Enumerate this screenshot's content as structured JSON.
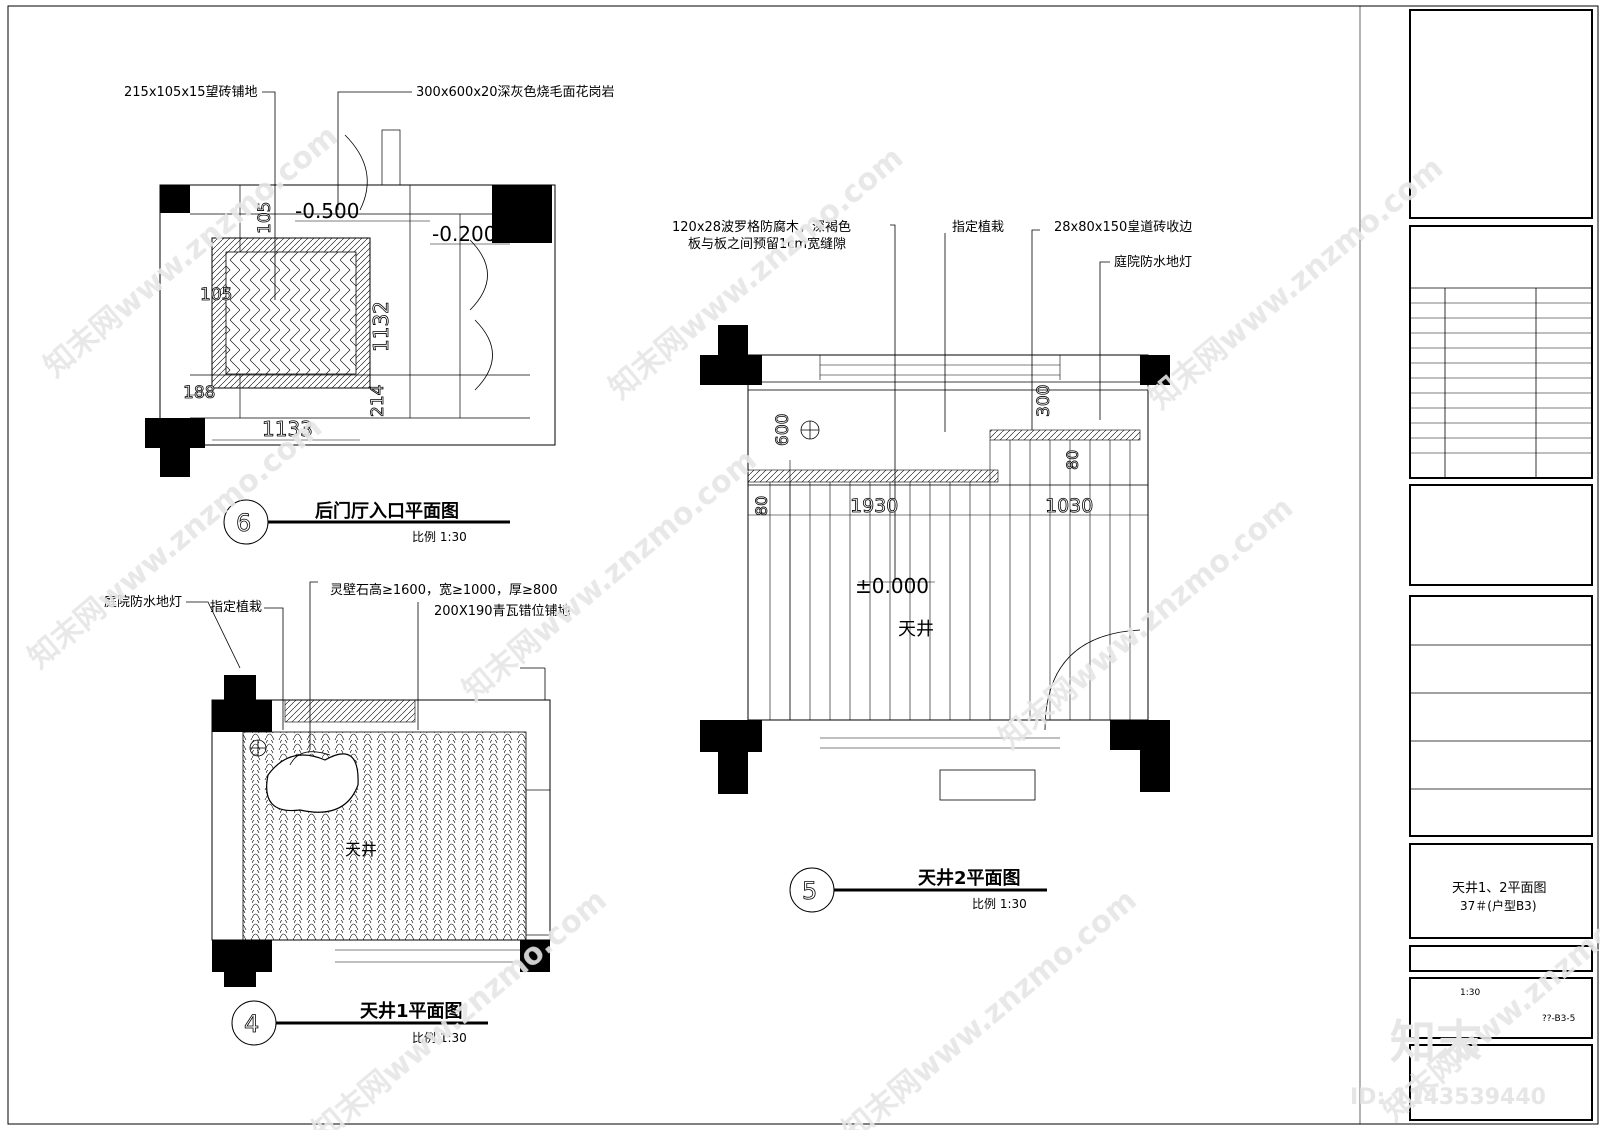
{
  "drawing_6": {
    "title": "后门厅入口平面图",
    "number": "6",
    "scale": "比例 1:30",
    "labels": {
      "brick": "215x105x15望砖铺地",
      "granite": "300x600x20深灰色烧毛面花岗岩"
    },
    "levels": {
      "a": "-0.500",
      "b": "-0.200"
    },
    "dims": {
      "d105a": "105",
      "d105b": "105",
      "d188": "188",
      "d1133": "1133",
      "d1132": "1132",
      "d214": "214"
    }
  },
  "drawing_5": {
    "title": "天井2平面图",
    "number": "5",
    "scale": "比例 1:30",
    "labels": {
      "wood1": "120x28波罗格防腐木，深褐色",
      "wood2": "板与板之间预留1cm宽缝隙",
      "plant": "指定植栽",
      "brick_edge": "28x80x150皇道砖收边",
      "lamp": "庭院防水地灯"
    },
    "level": "±0.000",
    "room": "天井",
    "dims": {
      "d600": "600",
      "d300": "300",
      "d80a": "80",
      "d80b": "80",
      "d1930": "1930",
      "d1030": "1030"
    }
  },
  "drawing_4": {
    "title": "天井1平面图",
    "number": "4",
    "scale": "比例 1:30",
    "labels": {
      "lamp": "庭院防水地灯",
      "plant": "指定植栽",
      "stone": "灵壁石高≥1600，宽≥1000，厚≥800",
      "tile": "200X190青瓦错位铺地"
    },
    "room": "天井"
  },
  "title_block": {
    "sheet_title": "天井1、2平面图",
    "unit": "37＃(户型B3)",
    "scale": "1:30",
    "sheet_no": "??-B3-5"
  },
  "watermark": {
    "text": "知末网www.znzmo.com",
    "logo": "知末",
    "id": "ID: 1143539440"
  }
}
